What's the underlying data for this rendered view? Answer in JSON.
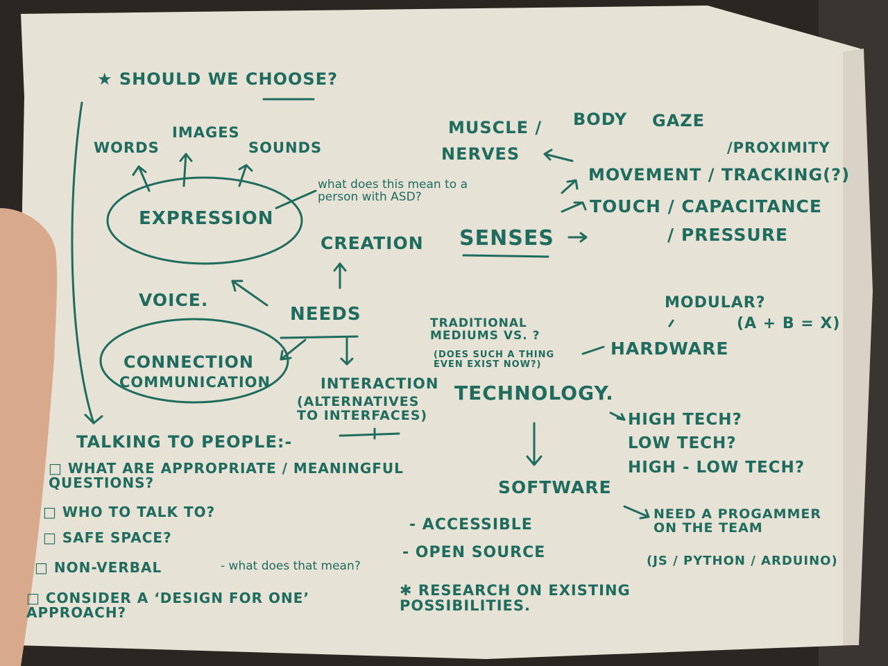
{
  "notes": {
    "header": "★ SHOULD WE CHOOSE?",
    "words": "WORDS",
    "images": "IMAGES",
    "sounds": "SOUNDS",
    "expression": "EXPRESSION",
    "meaning_q": "what does this mean to a person with ASD?",
    "creation": "CREATION",
    "voice": "VOICE.",
    "needs": "NEEDS",
    "connection": "CONNECTION",
    "communication": "COMMUNICATION",
    "interaction": "INTERACTION",
    "alternatives": "(ALTERNATIVES TO INTERFACES)",
    "muscle": "MUSCLE /",
    "nerves": "NERVES",
    "body": "BODY",
    "gaze": "GAZE",
    "proximity": "/PROXIMITY",
    "movement": "MOVEMENT / TRACKING(?)",
    "touch": "TOUCH / CAPACITANCE",
    "pressure": "/ PRESSURE",
    "senses": "SENSES",
    "traditional": "TRADITIONAL MEDIUMS VS. ?",
    "does_exist": "(DOES SUCH A THING EVEN EXIST NOW?)",
    "modular": "MODULAR?",
    "modular_eq": "(A + B = X)",
    "hardware": "HARDWARE",
    "technology": "TECHNOLOGY.",
    "high_tech": "HIGH TECH?",
    "low_tech": "LOW TECH?",
    "high_low_tech": "HIGH - LOW TECH?",
    "software": "SOFTWARE",
    "need_programmer": "NEED A PROGAMMER ON THE TEAM",
    "languages": "(JS / PYTHON / ARDUINO)",
    "accessible": "- ACCESSIBLE",
    "open_source": "- OPEN SOURCE",
    "research": "✱ RESEARCH ON EXISTING POSSIBILITIES.",
    "talking": "TALKING TO PEOPLE:-",
    "q1": "□ WHAT ARE APPROPRIATE / MEANINGFUL QUESTIONS?",
    "q2": "□ WHO TO TALK TO?",
    "q3": "□ SAFE SPACE?",
    "q4": "□ NON-VERBAL",
    "q4_note": "- what does that mean?",
    "q5": "□ CONSIDER A ‘DESIGN FOR ONE’ APPROACH?"
  },
  "colors": {
    "ink": "#1f6b5e",
    "paper": "#e8e4d9",
    "background": "#2a2622",
    "hand": "#d9a98c"
  }
}
